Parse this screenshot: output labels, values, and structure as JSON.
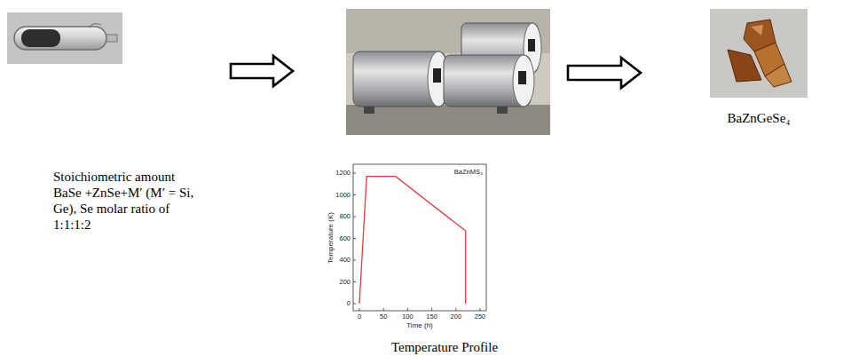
{
  "diagram": {
    "nodes": [
      {
        "text": [
          "Stoichiometric amount BaSe +ZnSe+M′ (M′ = Si, Ge), Se molar ratio of 1:1:1:2"
        ]
      },
      {
        "text": [
          "Temperature Profile"
        ]
      },
      {
        "text": [
          "BaZnGeSe₄"
        ]
      }
    ],
    "edges": [
      {
        "from": 0,
        "to": 1,
        "arrow": "to"
      },
      {
        "from": 1,
        "to": 2,
        "arrow": "to"
      }
    ],
    "labels": [
      "1200",
      "1000",
      "800",
      "600",
      "400",
      "200",
      "0",
      "Temperature (K)",
      "BaZnMS₄",
      "0",
      "50",
      "100",
      "150",
      "200",
      "250",
      "Time (h)"
    ]
  }
}
